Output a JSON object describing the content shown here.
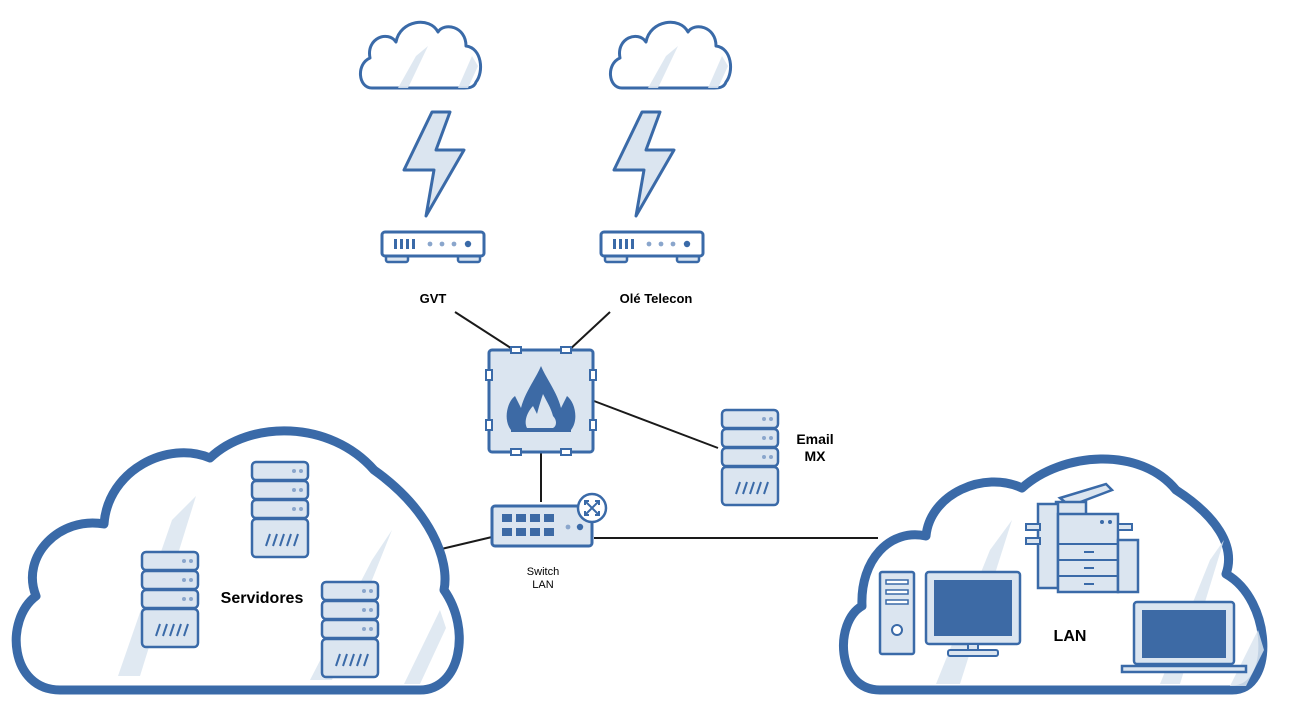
{
  "labels": {
    "isp_left": "GVT",
    "isp_right": "Olé Telecon",
    "email_line1": "Email",
    "email_line2": "MX",
    "switch_line1": "Switch",
    "switch_line2": "LAN",
    "servers_cloud": "Servidores",
    "lan_cloud": "LAN"
  },
  "icons": {
    "internet_cloud": "cloud-icon",
    "link": "lightning-icon",
    "modem": "modem-icon",
    "firewall": "firewall-icon",
    "server": "server-icon",
    "switch": "switch-icon",
    "desktop": "desktop-icon",
    "printer": "printer-icon",
    "laptop": "laptop-icon"
  },
  "colors": {
    "stroke": "#3a6aa8",
    "fill_light": "#dbe5f0",
    "fill_dark": "#3d6aa5",
    "wire": "#1a1a1a"
  }
}
